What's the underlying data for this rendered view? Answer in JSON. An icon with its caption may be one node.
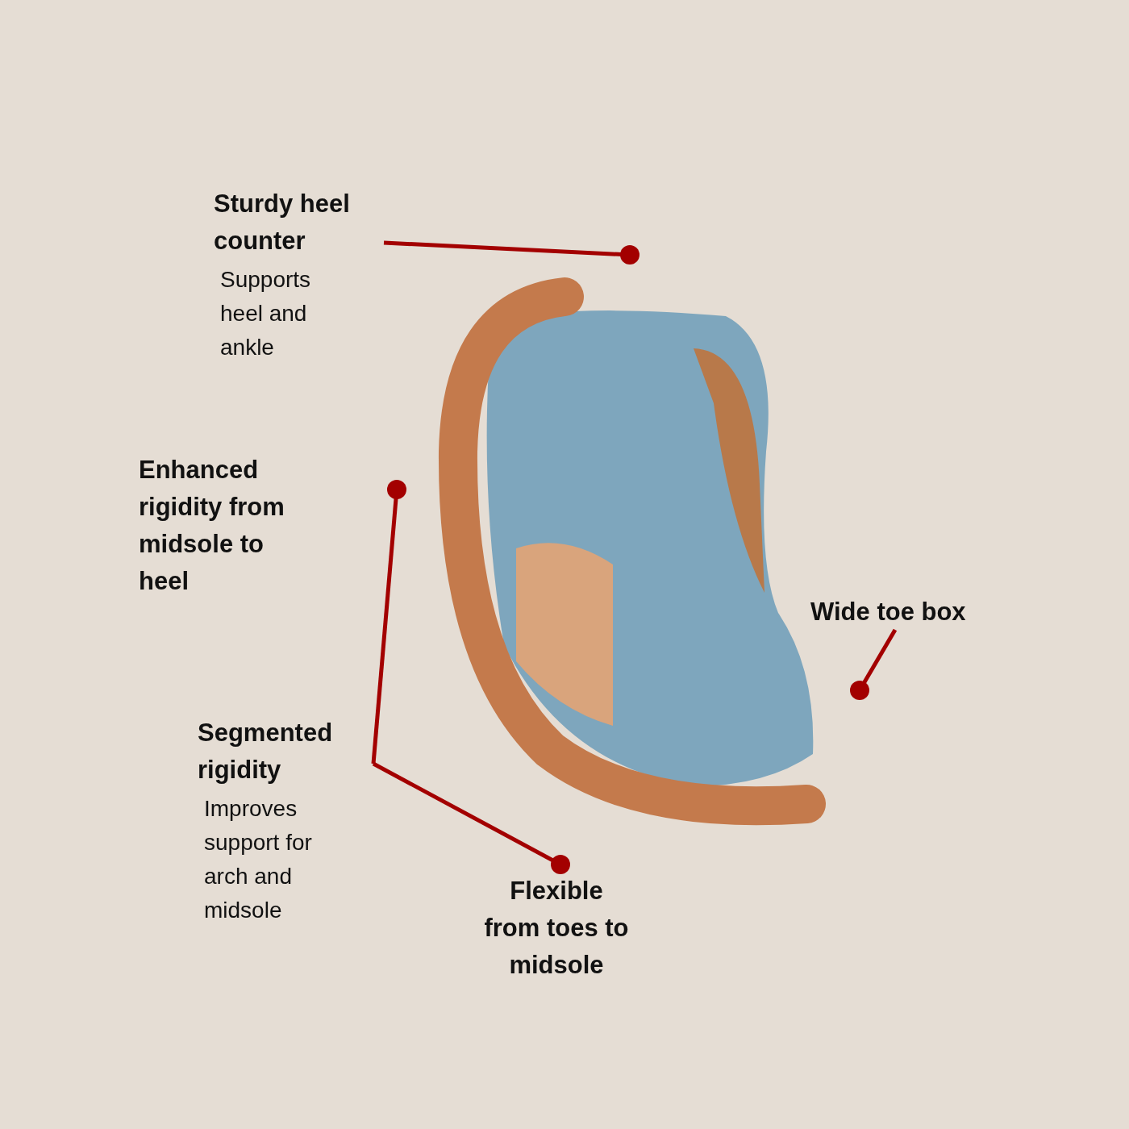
{
  "diagram": {
    "nodes": [
      {
        "text": [
          "Sturdy heel counter",
          "Supports heel and ankle"
        ]
      },
      {
        "text": [
          "Enhanced rigidity from midsole to heel"
        ]
      },
      {
        "text": [
          "Wide toe box"
        ]
      },
      {
        "text": [
          "Segmented rigidity",
          "Improves support for arch and midsole"
        ]
      },
      {
        "text": [
          "Flexible from toes to midsole"
        ]
      }
    ],
    "edges": [
      {
        "from": 0,
        "to": null,
        "arrow": "other"
      },
      {
        "from": 1,
        "to": 3,
        "arrow": "other"
      },
      {
        "from": 2,
        "to": null,
        "arrow": "other"
      },
      {
        "from": 4,
        "to": 3,
        "arrow": "other"
      }
    ]
  }
}
